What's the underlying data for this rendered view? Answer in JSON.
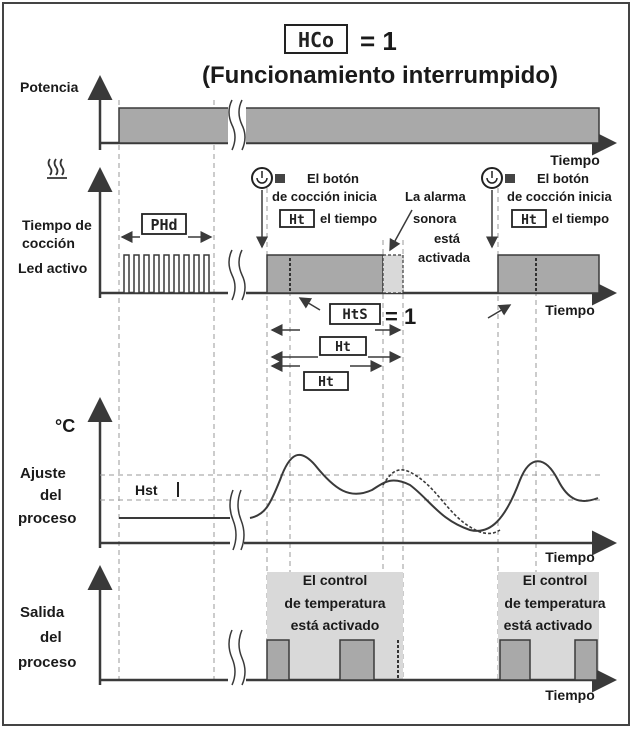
{
  "header": {
    "param_code": "HCo",
    "equals": "= 1",
    "subtitle": "(Funcionamiento interrumpido)"
  },
  "panel_power": {
    "ylabel": "Potencia",
    "xlabel": "Tiempo"
  },
  "panel_cooking": {
    "heat_icon": "heat-waves-icon",
    "ylabel_1": "Tiempo de",
    "ylabel_2": "cocción",
    "ylabel_3": "Led activo",
    "phd_code": "PHd",
    "start_label_1": "El botón",
    "start_label_2": "de cocción inicia",
    "start_label_3": "el tiempo",
    "ht_code": "Ht",
    "alarm_label_1": "La alarma",
    "alarm_label_2": "sonora",
    "alarm_label_3": "está",
    "alarm_label_4": "activada",
    "right_start_1": "El botón",
    "right_start_2": "de cocción inicia",
    "right_start_3": "el tiempo",
    "xlabel": "Tiempo",
    "hts_code": "HtS",
    "hts_value": "= 1",
    "ht_bar_1": "Ht",
    "ht_bar_2": "Ht"
  },
  "panel_temp": {
    "unit": "°C",
    "ylabel_1": "Ajuste",
    "ylabel_2": "del",
    "ylabel_3": "proceso",
    "hst": "Hst",
    "xlabel": "Tiempo"
  },
  "panel_output": {
    "ylabel_1": "Salida",
    "ylabel_2": "del",
    "ylabel_3": "proceso",
    "ctrl_1a": "El control",
    "ctrl_1b": "de temperatura",
    "ctrl_1c": "está activado",
    "ctrl_2a": "El control",
    "ctrl_2b": "de temperatura",
    "ctrl_2c": "está activado",
    "xlabel": "Tiempo"
  },
  "colors": {
    "fill": "#a9a9a9",
    "shade": "#d9d9d9",
    "line": "#3a3a3a",
    "guide": "#9a9a9a"
  }
}
